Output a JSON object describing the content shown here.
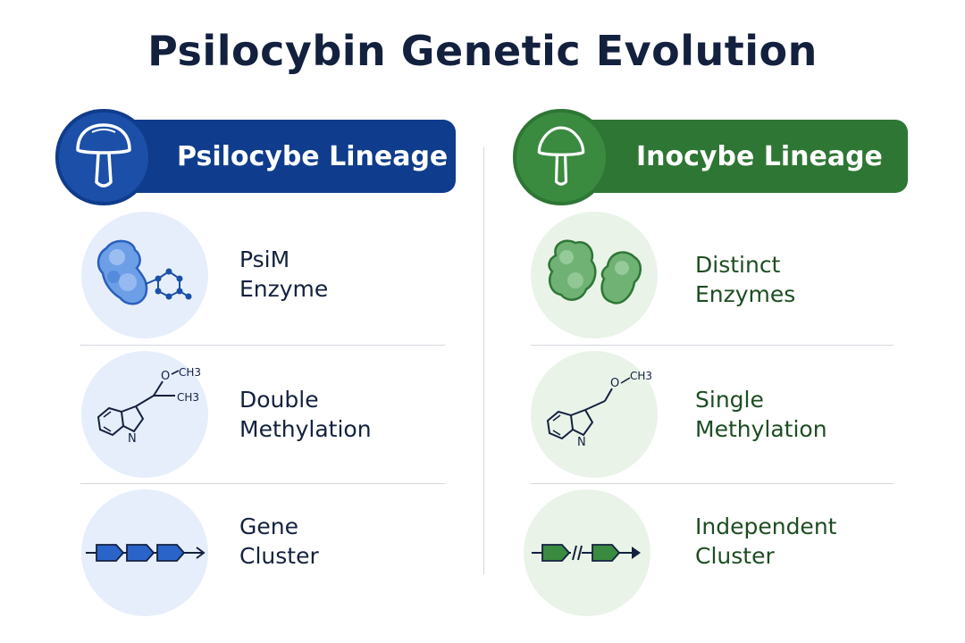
{
  "title": "Psilocybin Genetic Evolution",
  "colors": {
    "blue_dark": "#0f3c8c",
    "blue_mid": "#1b4fa8",
    "blue_light_bg": "#e6eefb",
    "green_dark": "#2e7634",
    "green_mid": "#3a8a40",
    "green_light_bg": "#e9f3e8"
  },
  "left": {
    "header": "Psilocybe Lineage",
    "header_icon": "mushroom-icon",
    "rows": [
      {
        "icon": "enzyme-molecule-icon",
        "line1": "PsiM Enzyme",
        "line2": ""
      },
      {
        "icon": "indole-double-methyl-icon",
        "line1": "Double",
        "line2": "Methylation"
      },
      {
        "icon": "gene-cluster-icon",
        "line1": "Gene",
        "line2": "Cluster"
      }
    ],
    "labels": {
      "ch3_a": "CH3",
      "ch3_b": "CH3",
      "o": "O",
      "n": "N"
    }
  },
  "right": {
    "header": "Inocybe Lineage",
    "header_icon": "mushroom-icon",
    "rows": [
      {
        "icon": "distinct-enzymes-icon",
        "line1": "Distinct",
        "line2": "Enzymes"
      },
      {
        "icon": "indole-single-methyl-icon",
        "line1": "Single",
        "line2": "Methylation"
      },
      {
        "icon": "independent-cluster-icon",
        "line1": "Independent",
        "line2": "Cluster"
      }
    ],
    "labels": {
      "ch3": "CH3",
      "o": "O",
      "n": "N"
    }
  }
}
